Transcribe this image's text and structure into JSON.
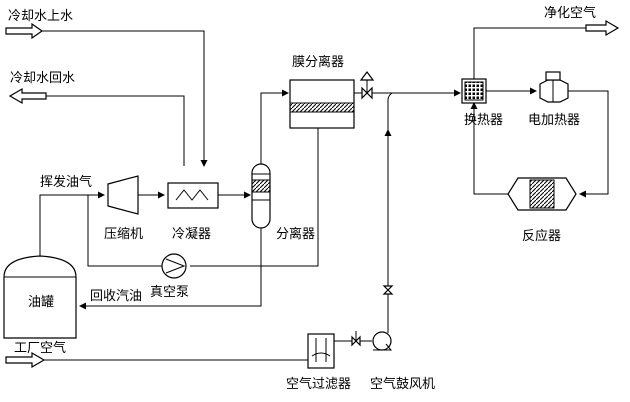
{
  "labels": {
    "cooling_water_in": "冷却水上水",
    "cooling_water_out": "冷却水回水",
    "volatile_gas": "挥发油气",
    "compressor": "压缩机",
    "condenser": "冷凝器",
    "membrane_separator": "膜分离器",
    "separator": "分离器",
    "vacuum_pump": "真空泵",
    "recovered_oil": "回收汽油",
    "oil_tank": "油罐",
    "factory_air": "工厂空气",
    "air_filter": "空气过滤器",
    "air_blower": "空气鼓风机",
    "clean_air": "净化空气",
    "heat_exchanger": "换热器",
    "electric_heater": "电加热器",
    "reactor": "反应器"
  }
}
